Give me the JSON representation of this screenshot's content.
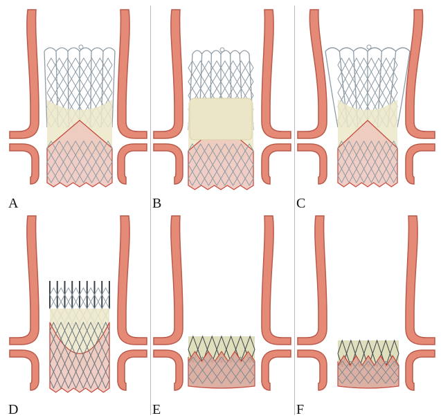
{
  "figure": {
    "panels": [
      {
        "id": "a",
        "letter": "A",
        "style": "tall-self-expanding"
      },
      {
        "id": "b",
        "letter": "B",
        "style": "tall-with-leaflets-visible"
      },
      {
        "id": "c",
        "letter": "C",
        "style": "tall-flared"
      },
      {
        "id": "d",
        "letter": "D",
        "style": "intra-annular-mid"
      },
      {
        "id": "e",
        "letter": "E",
        "style": "short-balloon-expandable"
      },
      {
        "id": "f",
        "letter": "F",
        "style": "short-balloon-expandable-low"
      }
    ],
    "colors": {
      "aorta_fill": "#e48a76",
      "aorta_stroke": "#b9594a",
      "skirt_fill": "#efc9bf",
      "skirt_stroke": "#c0392b",
      "leaflet_fill": "#ece7c9",
      "frame_stroke": "#8e9aa4",
      "frame_dark": "#3a4048",
      "divider": "#b9b9b9"
    }
  }
}
